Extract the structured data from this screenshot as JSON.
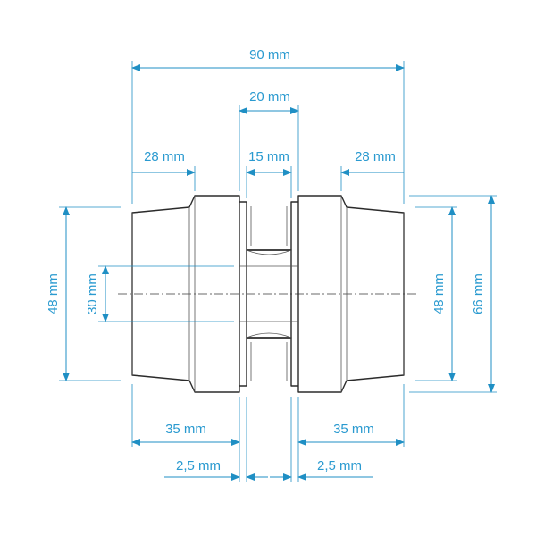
{
  "colors": {
    "dimension": "#1f8fc4",
    "dimension_text": "#2a9ad0",
    "outline": "#2b2b2b",
    "background": "#ffffff"
  },
  "dimensions": {
    "overall_length": "90 mm",
    "center_width": "20 mm",
    "left_hub": "28 mm",
    "spider": "15 mm",
    "right_hub": "28 mm",
    "left_dia": "48 mm",
    "bore_dia": "30 mm",
    "right_dia": "48 mm",
    "outer_dia": "66 mm",
    "left_length": "35 mm",
    "right_length": "35 mm",
    "left_gap": "2,5 mm",
    "right_gap": "2,5 mm"
  }
}
